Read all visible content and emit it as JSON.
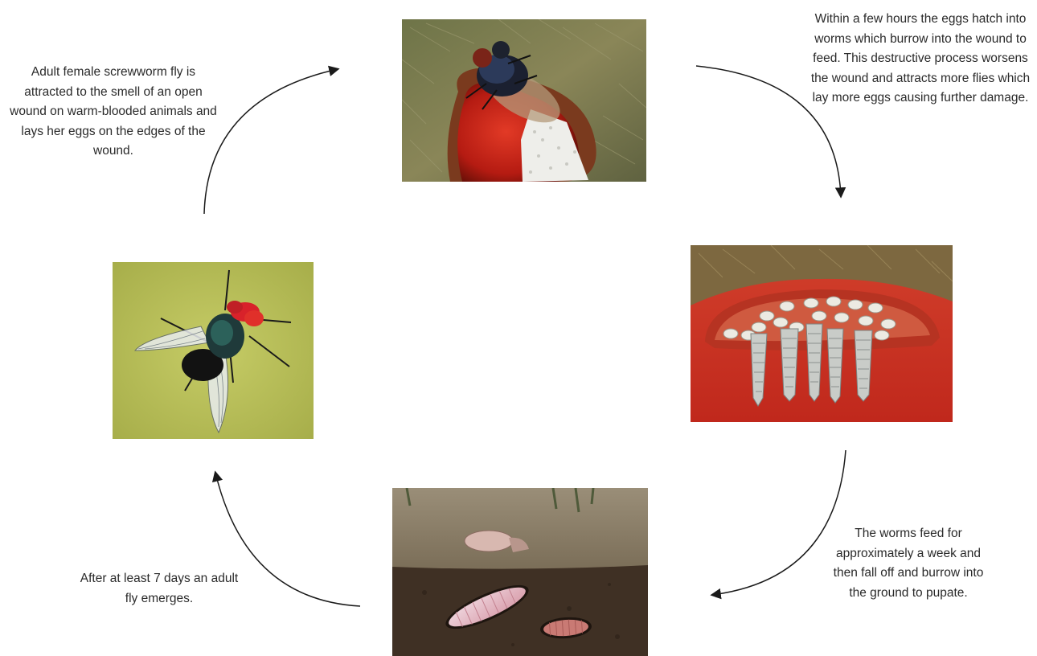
{
  "diagram": {
    "stages": [
      {
        "id": "egg-laying",
        "text": "Adult female screwworm fly is attracted to the smell of an open wound on warm-blooded animals and lays her eggs on the edges of the wound."
      },
      {
        "id": "hatching",
        "text": "Within a few hours the eggs hatch into worms which burrow into the wound to feed. This destructive process worsens the wound and attracts more flies which lay more eggs causing further damage."
      },
      {
        "id": "pupation",
        "text": "The worms feed for approximately a week and then fall off and burrow into the ground to pupate."
      },
      {
        "id": "emergence",
        "text": "After at least 7 days an adult fly emerges."
      }
    ],
    "illustrations": [
      "fly-on-wound-with-eggs",
      "larvae-in-wound",
      "larvae-and-pupae-in-soil",
      "adult-screwworm-fly"
    ],
    "colors": {
      "text": "#2a2a2a",
      "arrow": "#1a1a1a",
      "wound_red": "#c1231a",
      "fly_eye_red": "#e0302a",
      "adult_background": "#bcc45a"
    }
  }
}
